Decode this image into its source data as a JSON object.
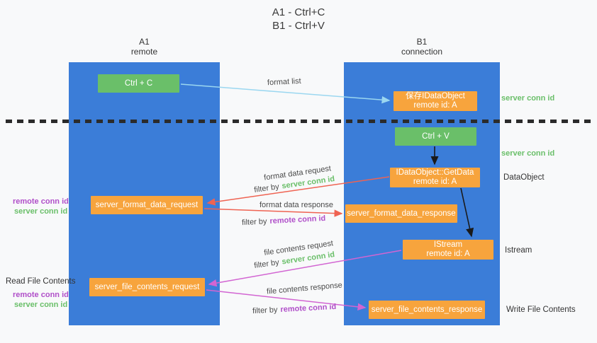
{
  "title": {
    "line1": "A1 - Ctrl+C",
    "line2": "B1 - Ctrl+V"
  },
  "lanes": {
    "left": {
      "name": "A1",
      "sub": "remote"
    },
    "right": {
      "name": "B1",
      "sub": "connection"
    }
  },
  "nodes": {
    "ctrl_c": {
      "label": "Ctrl + C"
    },
    "ctrl_v": {
      "label": "Ctrl + V"
    },
    "save_dataobject": {
      "line1": "保存IDataObject",
      "line2": "remote id: A"
    },
    "getdata": {
      "line1": "IDataObject::GetData",
      "line2": "remote id: A"
    },
    "istream": {
      "line1": "IStream",
      "line2": "remote id: A"
    },
    "format_request": {
      "label": "server_format_data_request"
    },
    "format_response": {
      "label": "server_format_data_response"
    },
    "file_request": {
      "label": "server_file_contents_request"
    },
    "file_response": {
      "label": "server_file_contents_response"
    }
  },
  "arrow_labels": {
    "format_list": "format list",
    "format_data_request": "format data request",
    "format_data_response": "format data response",
    "file_contents_request": "file contents request",
    "file_contents_response": "file contents response",
    "filter_by": "filter by"
  },
  "side_labels": {
    "server_conn_id": "server conn id",
    "remote_conn_id": "remote conn id",
    "dataobject": "DataObject",
    "istream": "Istream",
    "read_file_contents": "Read File Contents",
    "write_file_contents": "Write File Contents"
  },
  "colors": {
    "lane_blue": "#3b7dd8",
    "green_box": "#6abf69",
    "orange_box": "#f7a43d",
    "arrow_blue": "#9bd7f0",
    "arrow_red": "#ef6352",
    "arrow_black": "#1a1a1a",
    "arrow_magenta": "#d265d2",
    "green_text": "#6abf69",
    "purple_text": "#b04fc9"
  }
}
